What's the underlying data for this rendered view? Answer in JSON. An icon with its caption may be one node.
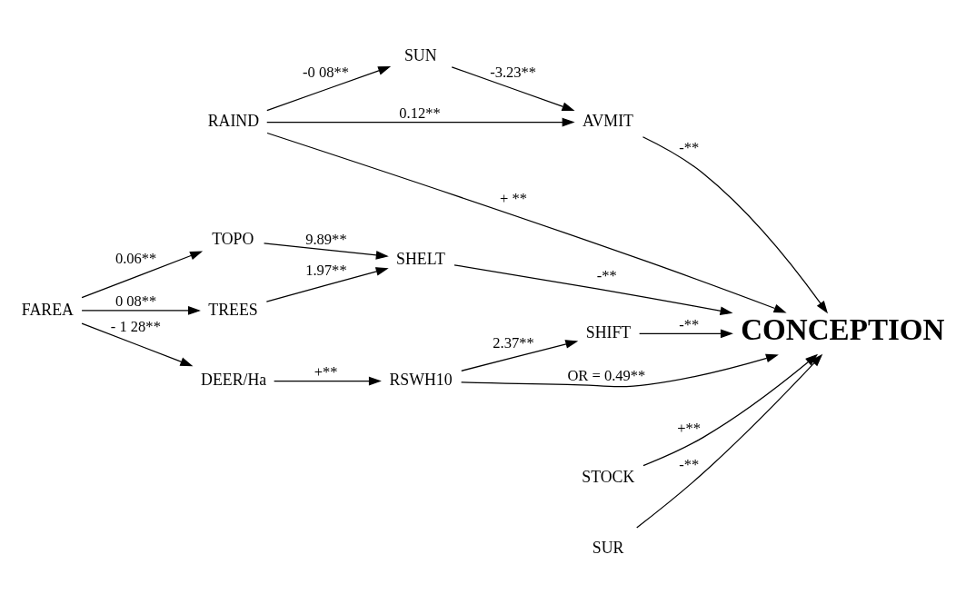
{
  "diagram": {
    "nodes": [
      {
        "text": [
          "SUN"
        ]
      },
      {
        "text": [
          "AVMIT"
        ]
      },
      {
        "text": [
          "RAIND"
        ]
      },
      {
        "text": [
          "TOPO"
        ]
      },
      {
        "text": [
          "SHELT"
        ]
      },
      {
        "text": [
          "TREES"
        ]
      },
      {
        "text": [
          "FAREA"
        ]
      },
      {
        "text": [
          "SHIFT"
        ]
      },
      {
        "text": [
          "CONCEPTION"
        ]
      },
      {
        "text": [
          "DEER/Ha"
        ]
      },
      {
        "text": [
          "RSWH10"
        ]
      },
      {
        "text": [
          "STOCK"
        ]
      },
      {
        "text": [
          "SUR"
        ]
      }
    ],
    "edges": [
      {
        "from": 2,
        "to": 0,
        "arrow": "to",
        "label": "-0 08**"
      },
      {
        "from": 0,
        "to": 1,
        "arrow": "to",
        "label": "-3.23**"
      },
      {
        "from": 2,
        "to": 1,
        "arrow": "to",
        "label": "0.12**"
      },
      {
        "from": 1,
        "to": 8,
        "arrow": "to",
        "label": "-**"
      },
      {
        "from": 2,
        "to": 8,
        "arrow": "to",
        "label": "+ **"
      },
      {
        "from": 3,
        "to": 4,
        "arrow": "to",
        "label": "9.89**"
      },
      {
        "from": 5,
        "to": 4,
        "arrow": "to",
        "label": "1.97**"
      },
      {
        "from": 4,
        "to": 8,
        "arrow": "to",
        "label": "-**"
      },
      {
        "from": 6,
        "to": 3,
        "arrow": "to",
        "label": "0.06**"
      },
      {
        "from": 6,
        "to": 5,
        "arrow": "to",
        "label": "0 08**"
      },
      {
        "from": 7,
        "to": 8,
        "arrow": "to",
        "label": "-**"
      },
      {
        "from": 6,
        "to": 9,
        "arrow": "to",
        "label": "- 1 28**"
      },
      {
        "from": 10,
        "to": 7,
        "arrow": "to",
        "label": "2.37**"
      },
      {
        "from": 10,
        "to": 8,
        "arrow": "to",
        "label": "OR = 0.49**"
      },
      {
        "from": 9,
        "to": 10,
        "arrow": "to",
        "label": "+**"
      },
      {
        "from": 11,
        "to": 8,
        "arrow": "to",
        "label": "+**"
      },
      {
        "from": 12,
        "to": 8,
        "arrow": "to",
        "label": "-**"
      }
    ]
  }
}
